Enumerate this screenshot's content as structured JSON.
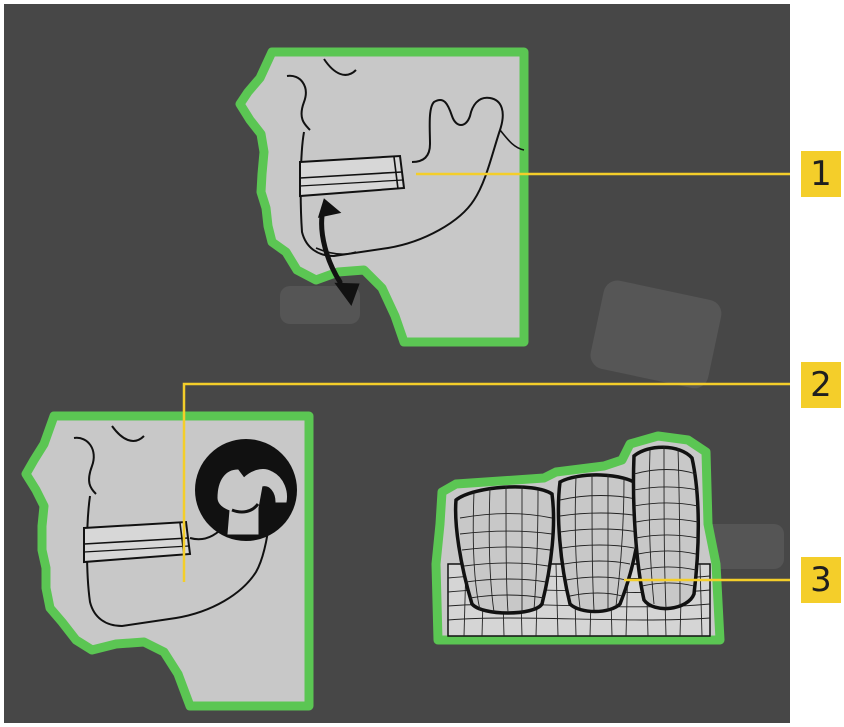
{
  "callouts": [
    {
      "label": "1"
    },
    {
      "label": "2"
    },
    {
      "label": "3"
    }
  ],
  "colors": {
    "panel_background": "#474747",
    "outline_green": "#5bc653",
    "illustration_fill": "#c8c8c8",
    "callout_yellow": "#f4ce2a",
    "line_black": "#111111"
  },
  "icons": [
    "jaw-movement-icon",
    "jaw-joint-icon",
    "teeth-mesh-icon"
  ]
}
